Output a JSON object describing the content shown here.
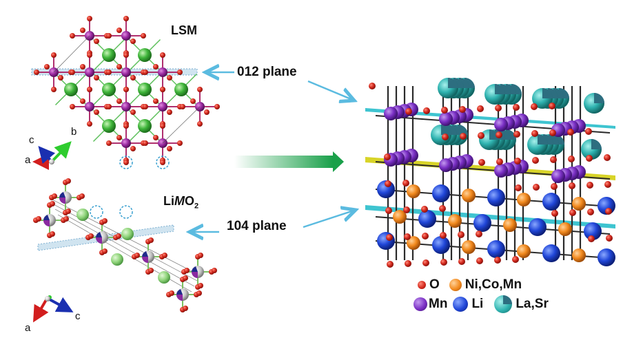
{
  "figure": {
    "structures": {
      "lsm": {
        "title": "LSM",
        "axes": [
          "a",
          "b",
          "c"
        ]
      },
      "limo2": {
        "title_prefix": "Li",
        "title_italic": "M",
        "title_suffix": "O",
        "title_subscript": "2",
        "axes": [
          "a",
          "c"
        ]
      }
    },
    "planes": {
      "upper": "012 plane",
      "lower": "104 plane"
    },
    "legend": {
      "items": [
        {
          "label": "O",
          "color": "#d42a1e",
          "icon": "small-red-sphere-icon"
        },
        {
          "label": "Ni,Co,Mn",
          "color": "#f28a1e",
          "icon": "orange-sphere-icon"
        },
        {
          "label": "Mn",
          "color": "#7a2fc4",
          "icon": "purple-sphere-icon"
        },
        {
          "label": "Li",
          "color": "#2046d8",
          "icon": "blue-sphere-icon"
        },
        {
          "label": "La,Sr",
          "color": "#2fb3b0",
          "icon": "teal-split-sphere-icon"
        }
      ]
    },
    "colors": {
      "oxygen": "#d42a1e",
      "lsm_site": "#3fb53a",
      "mn_site": "#9a2aa0",
      "plane_cyan": "#3ec4d0",
      "plane_yellow": "#d8d428",
      "arrow_blue": "#5bbbe0",
      "transform_arrow": "#1aa04a"
    }
  }
}
